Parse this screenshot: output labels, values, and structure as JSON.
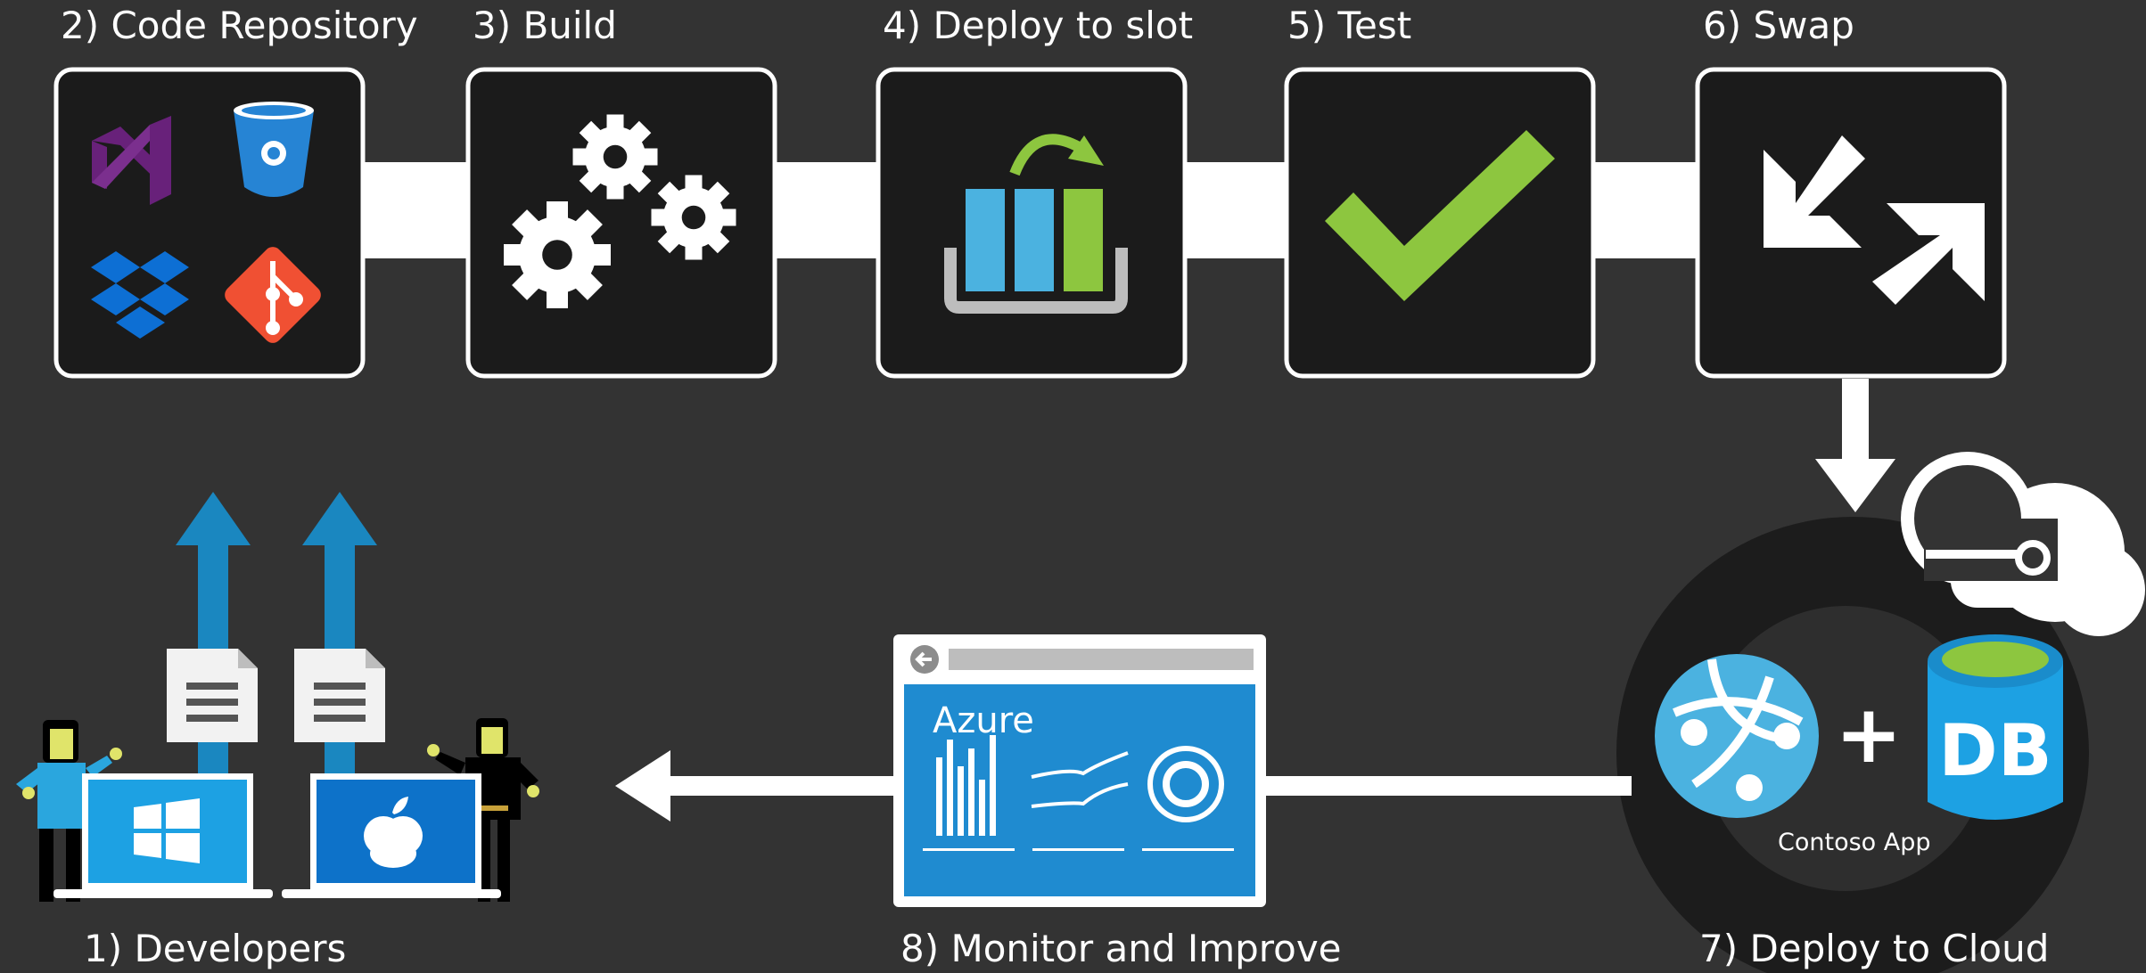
{
  "steps": {
    "repo": "2) Code Repository",
    "build": "3) Build",
    "deploy_slot": "4) Deploy to slot",
    "test": "5) Test",
    "swap": "6) Swap",
    "developers": "1) Developers",
    "monitor": "8) Monitor and Improve",
    "deploy_cloud": "7) Deploy to Cloud"
  },
  "dashboard": {
    "title": "Azure"
  },
  "cloud": {
    "app_name": "Contoso App",
    "db_label": "DB",
    "plus": "+"
  },
  "colors": {
    "background": "#333333",
    "tile": "#1b1b1b",
    "green": "#8dc63f",
    "blue_light": "#4bb2e0",
    "blue_arrow": "#1a87c0",
    "azure_blue": "#1f8bd0",
    "vs_purple": "#68217a",
    "git_red": "#f05033",
    "dropbox_blue": "#0d6fd4",
    "bitbucket_blue": "#2684d4"
  }
}
